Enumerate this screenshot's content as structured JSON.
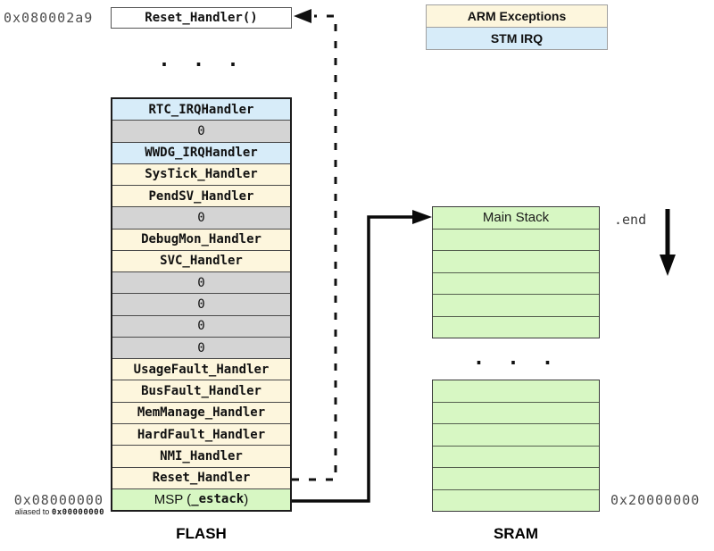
{
  "reset_function": {
    "address": "0x080002a9",
    "label": "Reset_Handler()"
  },
  "ellipsis": ". . .",
  "legend": {
    "items": [
      {
        "label": "ARM Exceptions",
        "type": "arm"
      },
      {
        "label": "STM IRQ",
        "type": "stm"
      }
    ]
  },
  "flash": {
    "title": "FLASH",
    "base_address": "0x08000000",
    "alias_prefix": "aliased to ",
    "alias_address": "0x00000000",
    "rows": [
      {
        "label": "RTC_IRQHandler",
        "type": "stm"
      },
      {
        "label": "0",
        "type": "zero"
      },
      {
        "label": "WWDG_IRQHandler",
        "type": "stm"
      },
      {
        "label": "SysTick_Handler",
        "type": "arm"
      },
      {
        "label": "PendSV_Handler",
        "type": "arm"
      },
      {
        "label": "0",
        "type": "zero"
      },
      {
        "label": "DebugMon_Handler",
        "type": "arm"
      },
      {
        "label": "SVC_Handler",
        "type": "arm"
      },
      {
        "label": "0",
        "type": "zero"
      },
      {
        "label": "0",
        "type": "zero"
      },
      {
        "label": "0",
        "type": "zero"
      },
      {
        "label": "0",
        "type": "zero"
      },
      {
        "label": "UsageFault_Handler",
        "type": "arm"
      },
      {
        "label": "BusFault_Handler",
        "type": "arm"
      },
      {
        "label": "MemManage_Handler",
        "type": "arm"
      },
      {
        "label": "HardFault_Handler",
        "type": "arm"
      },
      {
        "label": "NMI_Handler",
        "type": "arm"
      },
      {
        "label": "Reset_Handler",
        "type": "arm"
      }
    ],
    "msp_row": {
      "prefix": "MSP (",
      "symbol": "_estack",
      "suffix": ")",
      "type": "msp"
    }
  },
  "sram": {
    "title": "SRAM",
    "main_stack_label": "Main Stack",
    "end_label": ".end",
    "base_address": "0x20000000",
    "top_block_rows": 6,
    "bottom_block_rows": 6
  },
  "colors": {
    "arm": "#fdf6dd",
    "stm": "#d7ecf9",
    "zero": "#d4d4d4",
    "stack": "#d7f7c3"
  }
}
